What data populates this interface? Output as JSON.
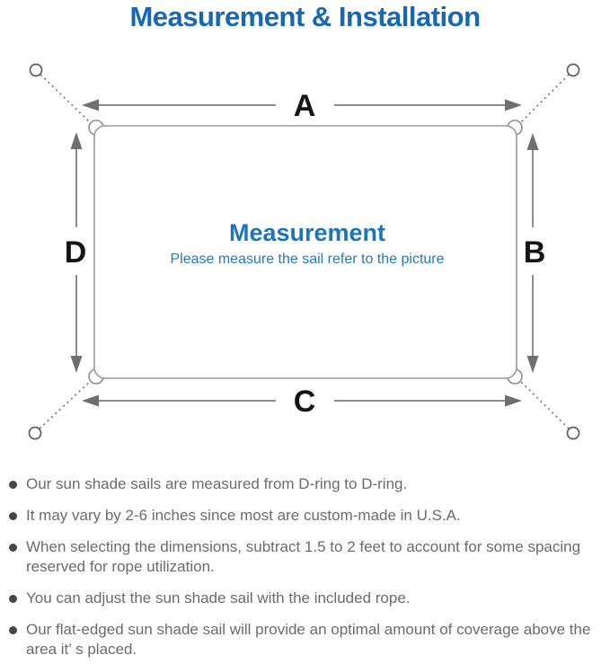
{
  "title": "Measurement & Installation",
  "diagram": {
    "labels": {
      "top": "A",
      "right": "B",
      "bottom": "C",
      "left": "D"
    },
    "center_title": "Measurement",
    "center_subtitle": "Please measure the sail refer to the picture",
    "icons": [
      "anchor-ring-icon",
      "d-ring-icon",
      "dashed-rope-line",
      "dimension-arrow"
    ]
  },
  "notes": [
    {
      "text": "Our sun shade sails are measured from D-ring to D-ring."
    },
    {
      "text": "It may vary by 2-6 inches since most are custom-made in U.S.A."
    },
    {
      "text": "When selecting the dimensions, subtract 1.5 to 2 feet to account for some spacing reserved for rope utilization."
    },
    {
      "text": "You can adjust the sun shade sail with the included rope."
    },
    {
      "text": "Our flat-edged sun shade sail will provide an optimal amount of coverage above the area it’ s placed."
    }
  ],
  "colors": {
    "title_blue": "#1568b4",
    "center_blue": "#1a75bc",
    "line_gray": "#8d8d8d",
    "arrow_gray": "#6f6f6f",
    "note_gray": "#6b6b6b"
  }
}
